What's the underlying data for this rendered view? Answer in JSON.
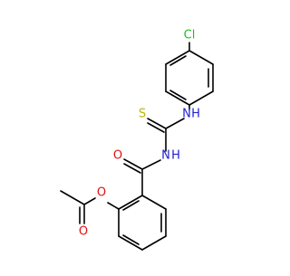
{
  "molecule": {
    "atoms": {
      "chlorine": "Cl",
      "amine_nitrogen": "N",
      "amine_hydrogen": "H",
      "thione_sulfur": "S",
      "amide_nitrogen": "N",
      "amide_hydrogen": "H",
      "amide_oxygen": "O",
      "ester_oxygen": "O",
      "carbonyl_oxygen": "O"
    },
    "colors": {
      "bond": "#000000",
      "chlorine": "#1fbf1f",
      "nitrogen": "#1f1fd0",
      "sulfur": "#b8b800",
      "oxygen": "#e01010"
    }
  }
}
